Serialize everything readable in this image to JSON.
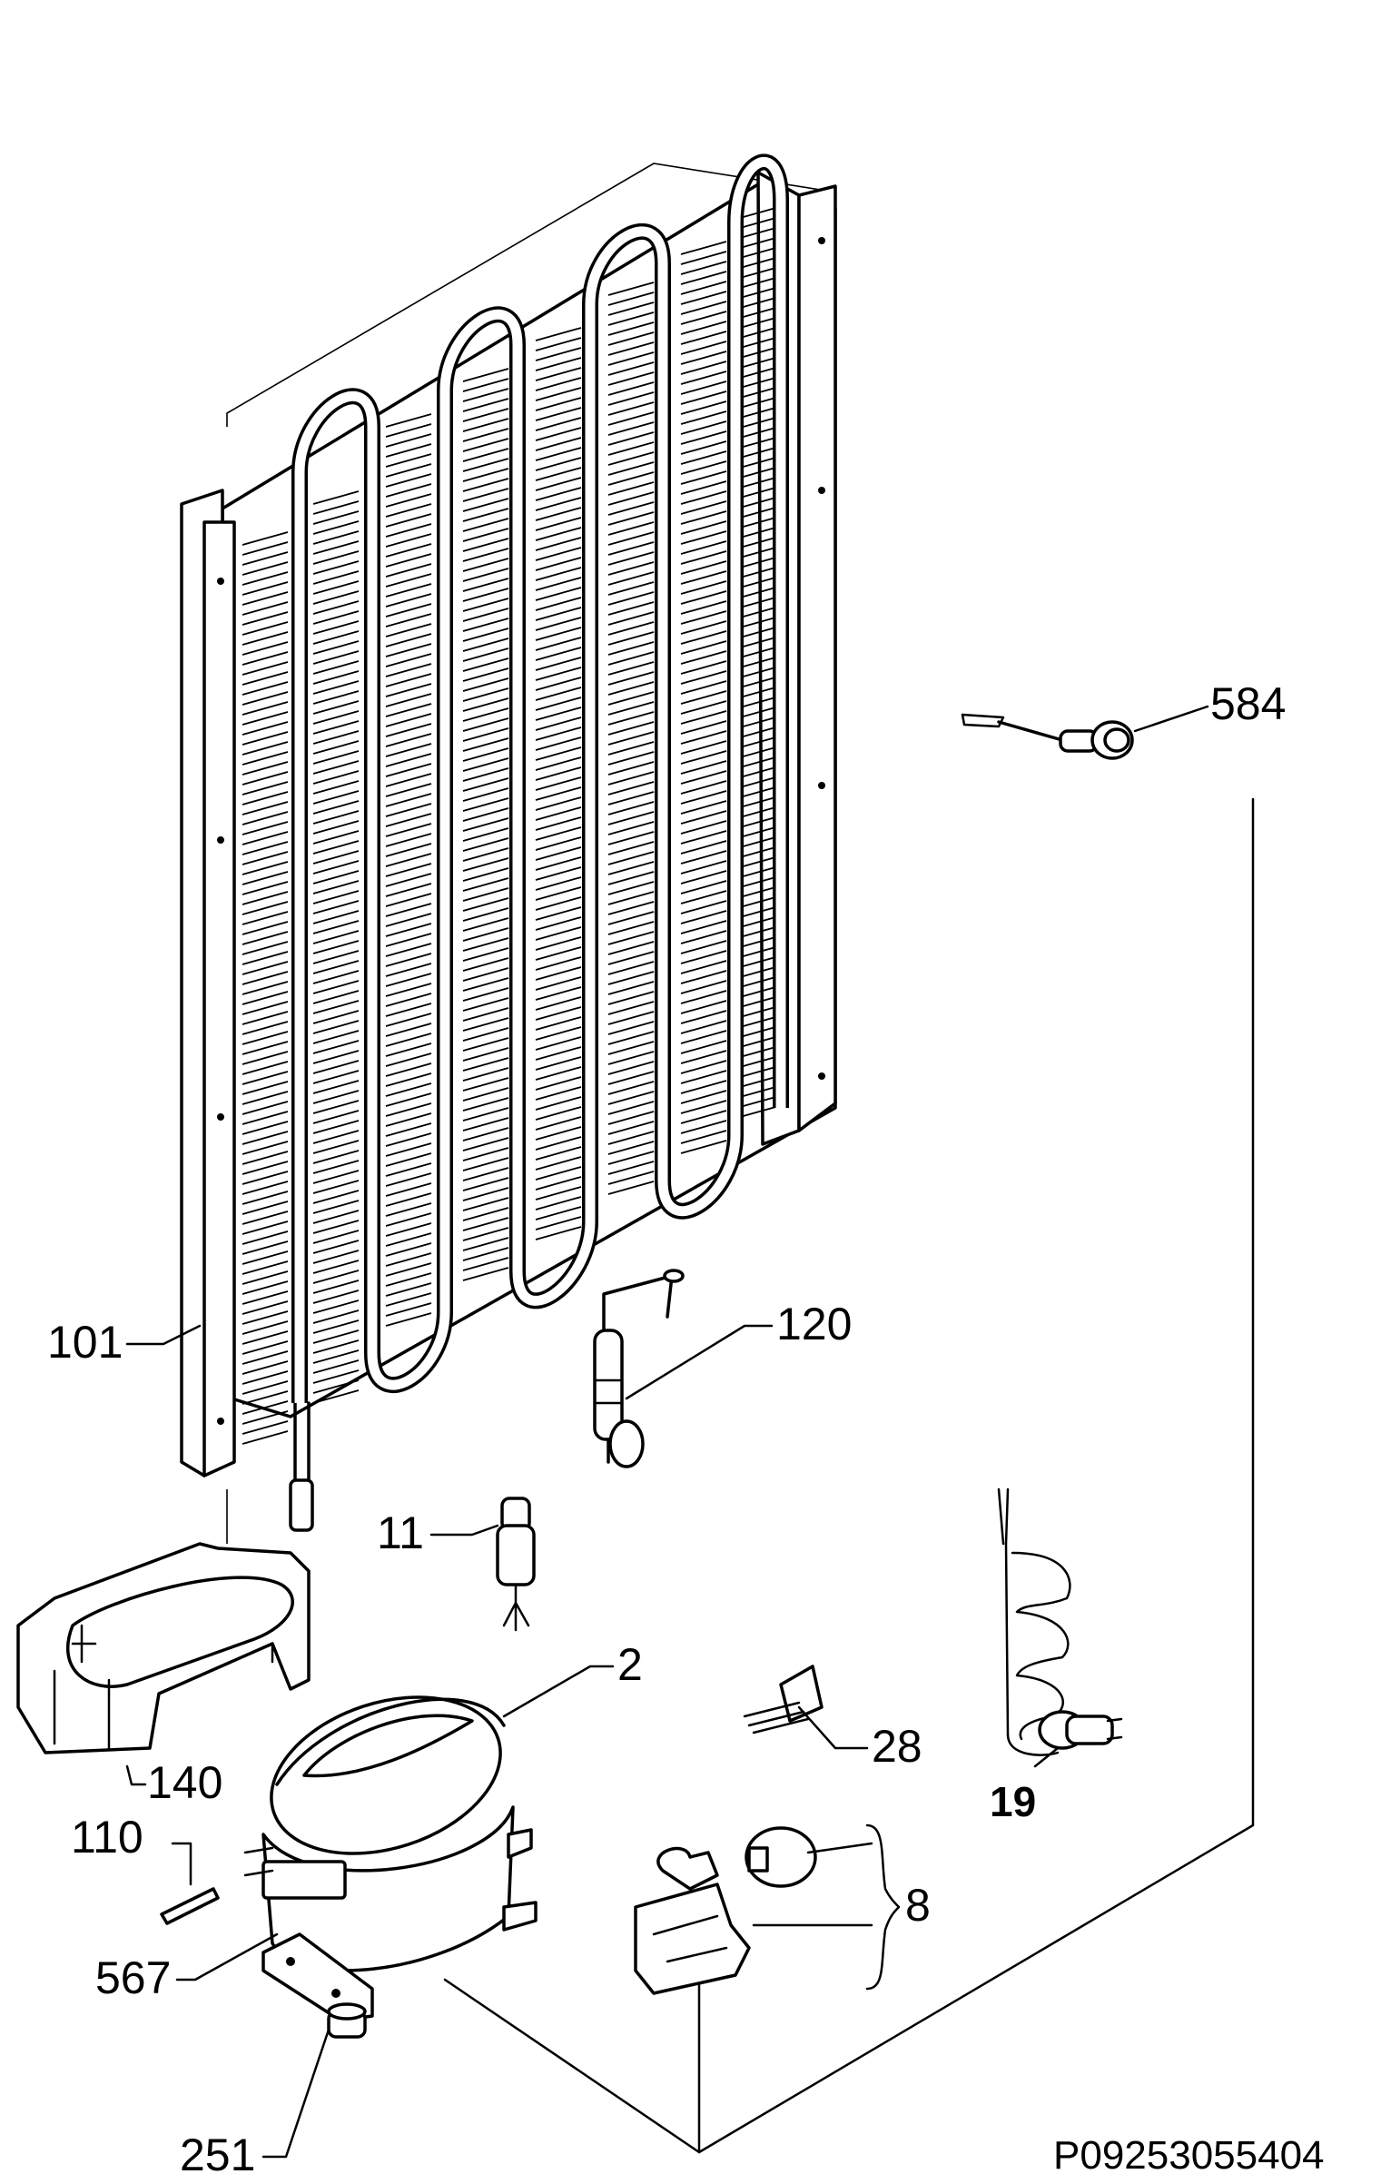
{
  "diagram": {
    "drawing_code": "P09253055404",
    "callouts": [
      {
        "id": "584",
        "text": "584"
      },
      {
        "id": "120",
        "text": "120"
      },
      {
        "id": "101",
        "text": "101"
      },
      {
        "id": "11",
        "text": "11"
      },
      {
        "id": "2",
        "text": "2"
      },
      {
        "id": "28",
        "text": "28"
      },
      {
        "id": "19",
        "text": "19"
      },
      {
        "id": "140",
        "text": "140"
      },
      {
        "id": "110",
        "text": "110"
      },
      {
        "id": "8",
        "text": "8"
      },
      {
        "id": "567",
        "text": "567"
      },
      {
        "id": "251",
        "text": "251"
      }
    ]
  }
}
